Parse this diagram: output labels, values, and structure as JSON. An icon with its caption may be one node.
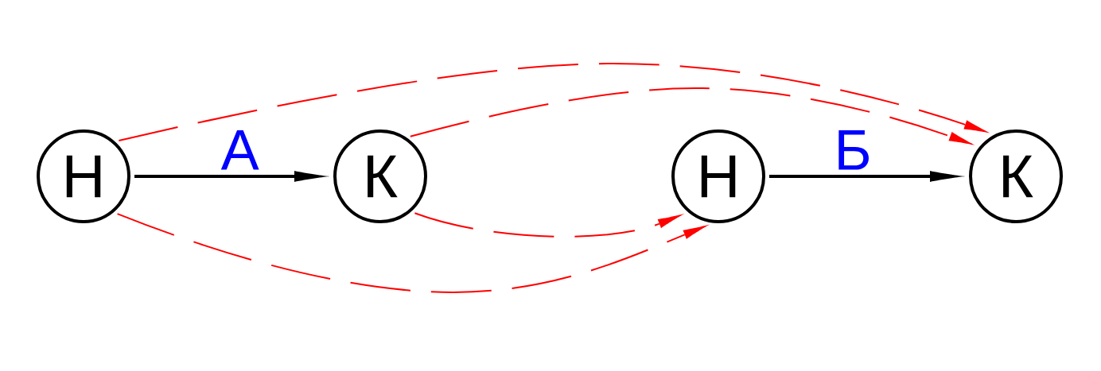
{
  "diagram": {
    "nodes": [
      {
        "text": [
          "Н"
        ]
      },
      {
        "text": [
          "К"
        ]
      },
      {
        "text": [
          "Н"
        ]
      },
      {
        "text": [
          "К"
        ]
      }
    ],
    "edges": [
      {
        "from": 0,
        "to": 1,
        "arrow": "to",
        "label": "А",
        "color": "#000000"
      },
      {
        "from": 2,
        "to": 3,
        "arrow": "to",
        "label": "Б",
        "color": "#000000"
      },
      {
        "from": 0,
        "to": 3,
        "arrow": "to",
        "style": "dashed",
        "color": "#ff0000"
      },
      {
        "from": 1,
        "to": 3,
        "arrow": "to",
        "style": "dashed",
        "color": "#ff0000"
      },
      {
        "from": 1,
        "to": 2,
        "arrow": "to",
        "style": "dashed",
        "color": "#ff0000"
      },
      {
        "from": 0,
        "to": 2,
        "arrow": "to",
        "style": "dashed",
        "color": "#ff0000"
      }
    ]
  }
}
